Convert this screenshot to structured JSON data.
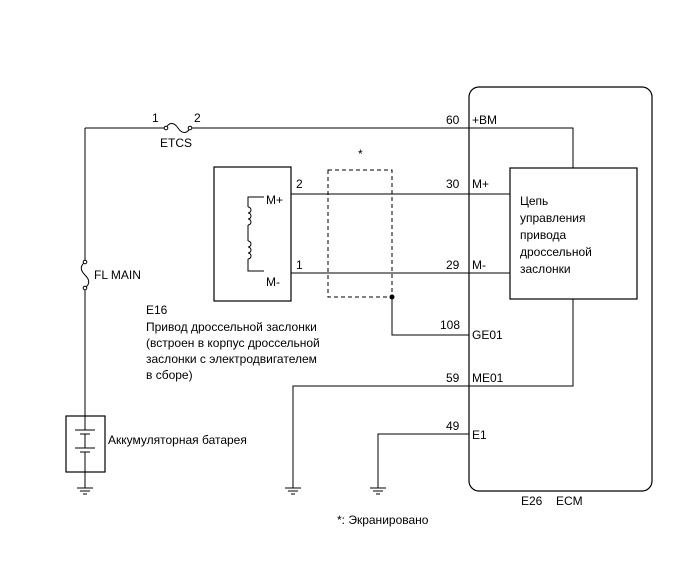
{
  "fuse": {
    "name": "ETCS",
    "pin1": "1",
    "pin2": "2"
  },
  "fusible_link": {
    "name": "FL MAIN"
  },
  "battery": {
    "label": "Аккумуляторная батарея"
  },
  "actuator": {
    "code": "E16",
    "line1": "Привод дроссельной заслонки",
    "line2": "(встроен в корпус дроссельной",
    "line3": "заслонки с электродвигателем",
    "line4": "в сборе)",
    "pin_mplus": "M+",
    "pin_mminus": "M-",
    "pin_num_mplus": "2",
    "pin_num_mminus": "1"
  },
  "shield": {
    "marker": "*",
    "note": "*: Экранировано"
  },
  "ecm": {
    "code": "E26",
    "name": "ECM",
    "pins": [
      {
        "num": "60",
        "name": "+BM"
      },
      {
        "num": "30",
        "name": "M+"
      },
      {
        "num": "29",
        "name": "M-"
      },
      {
        "num": "108",
        "name": "GE01"
      },
      {
        "num": "59",
        "name": "ME01"
      },
      {
        "num": "49",
        "name": "E1"
      }
    ],
    "circuit": {
      "line1": "Цепь",
      "line2": "управления",
      "line3": "привода",
      "line4": "дроссельной",
      "line5": "заслонки"
    }
  }
}
